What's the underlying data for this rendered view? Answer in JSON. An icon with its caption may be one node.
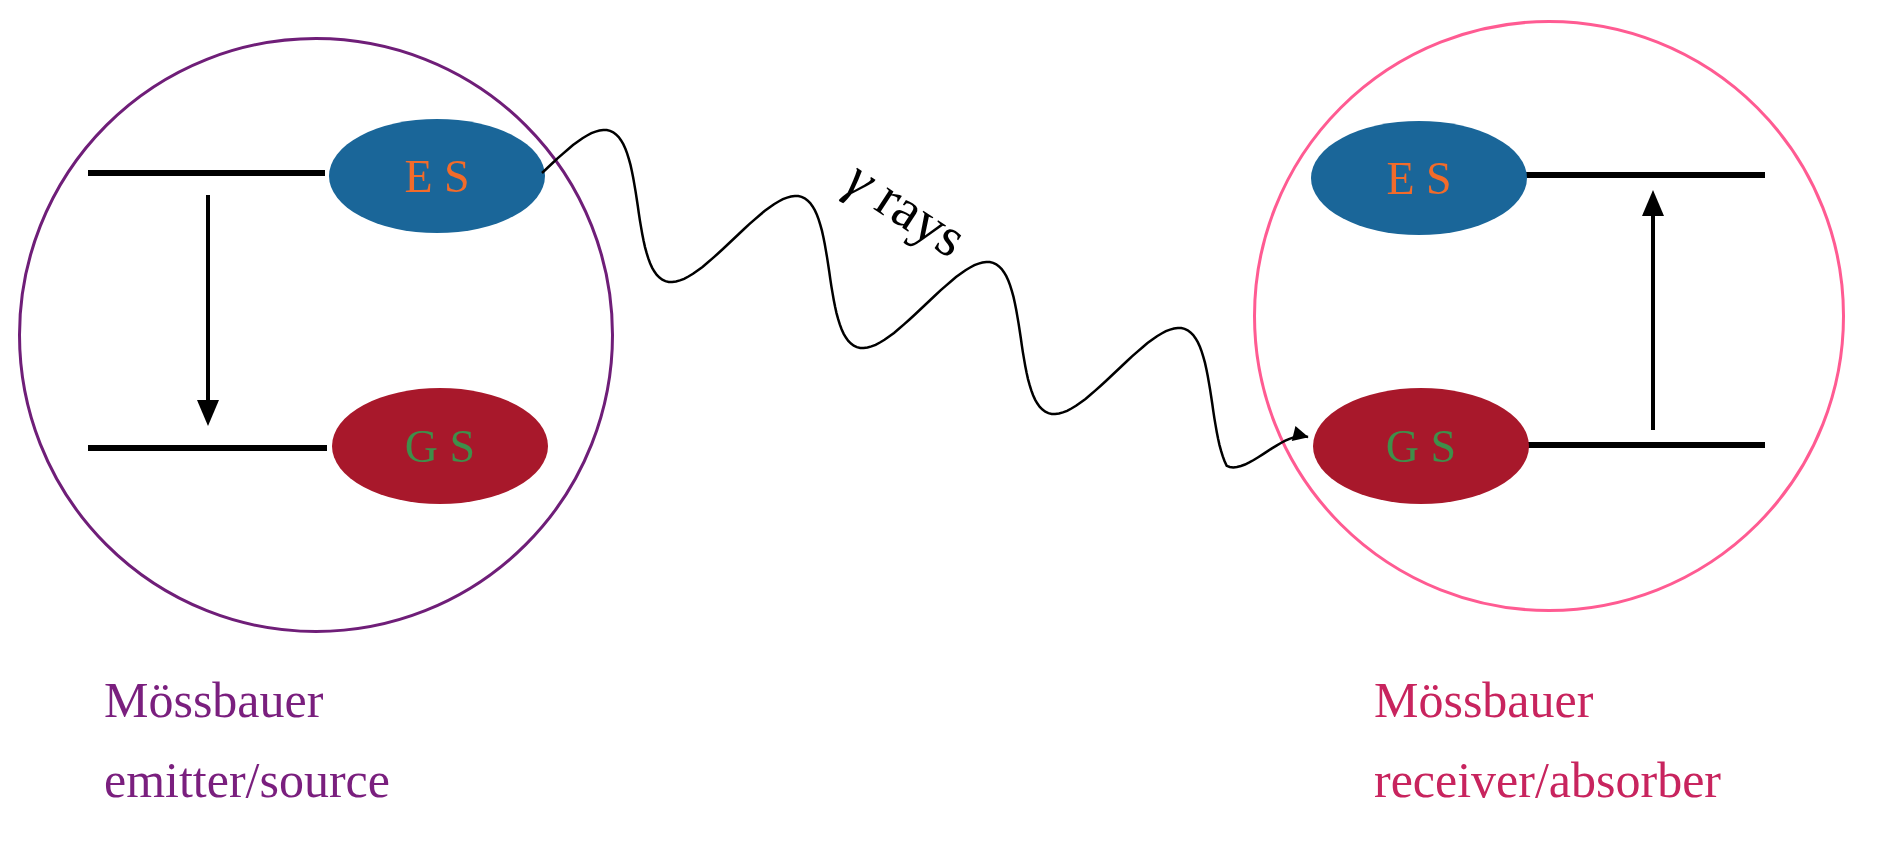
{
  "diagram": {
    "nodes": [
      {
        "text": [],
        "shape": "circle",
        "beside": [
          "Mössbauer emitter/source"
        ]
      },
      {
        "text": [
          "E S"
        ],
        "in": 0
      },
      {
        "text": [
          "G S"
        ],
        "in": 0
      },
      {
        "text": [],
        "shape": "circle",
        "beside": [
          "Mössbauer receiver/absorber"
        ]
      },
      {
        "text": [
          "E S"
        ],
        "in": 3
      },
      {
        "text": [
          "G S"
        ],
        "in": 3
      }
    ],
    "edges": [
      {
        "from": 1,
        "to": 5,
        "arrow": "to",
        "label": "*γ* rays"
      }
    ]
  }
}
